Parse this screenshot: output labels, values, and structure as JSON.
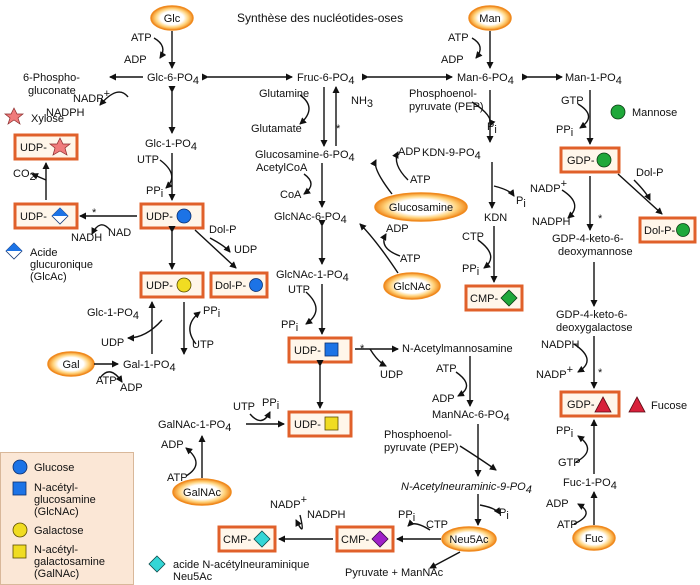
{
  "title": "Synthèse des nucléotides-oses",
  "colors": {
    "sugar_glow": "#f08a1e",
    "box_border": "#e0602a",
    "box_fill": "#fff6ea",
    "glucose": "#1c73e6",
    "glcnac": "#1c73e6",
    "galactose": "#f0dc22",
    "galnac": "#f0dc22",
    "mannose": "#1fa83a",
    "fucose": "#d8203a",
    "xylose": "#f07b7b",
    "glcac": "#1c73e6",
    "neu5ac_cmp": "#a020c8",
    "neu5ac_legend": "#34d6d6",
    "enzyme_star": "#a020c8",
    "legend_bg": "#fbe7d6"
  },
  "sugars": {
    "glc": "Glc",
    "man": "Man",
    "gal": "Gal",
    "glcnac": "GlcNAc",
    "galnac": "GalNAc",
    "fuc": "Fuc",
    "glucosamine": "Glucosamine",
    "neu5ac": "Neu5Ac"
  },
  "nucleotide_sugars": {
    "udp_xyl": "UDP-",
    "udp_glcac": "UDP-",
    "udp_glc": "UDP-",
    "udp_gal": "UDP-",
    "dolp_glc": "Dol-P-",
    "udp_glcnac": "UDP-",
    "udp_galnac": "UDP-",
    "cmp_kdn": "CMP-",
    "gdp_man": "GDP-",
    "dolp_man": "Dol-P-",
    "gdp_fuc": "GDP-",
    "cmp_neu5ac": "CMP-",
    "cmp_neu5ac2": "CMP-"
  },
  "metabolites": {
    "glc6p": "Glc-6-PO",
    "fruc6p": "Fruc-6-PO",
    "man6p": "Man-6-PO",
    "man1p": "Man-1-PO",
    "glc1p": "Glc-1-PO",
    "glc1p_b": "Glc-1-PO",
    "gal1p": "Gal-1-PO",
    "galnac1p": "GalNAc-1-PO",
    "glcn6p": "Glucosamine-6-PO",
    "glcnac6p": "GlcNAc-6-PO",
    "glcnac1p": "GlcNAc-1-PO",
    "kdn9p": "KDN-9-PO",
    "kdn": "KDN",
    "phosphogluconate_1": "6-Phospho-",
    "phosphogluconate_2": "gluconate",
    "pep1_1": "Phosphoenol-",
    "pep1_2": "pyruvate (PEP)",
    "pep2_1": "Phosphoenol-",
    "pep2_2": "pyruvate (PEP)",
    "gdp_keto_deoxymannose_1": "GDP-4-keto-6-",
    "gdp_keto_deoxymannose_2": "deoxymannose",
    "gdp_keto_deoxygalactose_1": "GDP-4-keto-6-",
    "gdp_keto_deoxygalactose_2": "deoxygalactose",
    "fuc1p": "Fuc-1-PO",
    "n_acetylmannosamine": "N-Acetylmannosamine",
    "mannac6p": "ManNAc-6-PO",
    "neu9p": "N-Acetylneuraminic-9-PO",
    "pyruvate_mannac": "Pyruvate + ManNAc",
    "glutamine": "Glutamine",
    "glutamate": "Glutamate",
    "nh3": "NH",
    "acetylcoa": "AcetylCoA",
    "coa": "CoA"
  },
  "cofactors": {
    "atp": "ATP",
    "adp": "ADP",
    "utp": "UTP",
    "udp": "UDP",
    "ctp": "CTP",
    "gtp": "GTP",
    "nadp_plus": "NADP",
    "nadph": "NADPH",
    "nad": "NAD",
    "nadh": "NADH",
    "co2": "CO",
    "pi": "P",
    "ppi": "PP",
    "dolp": "Dol-P",
    "sub_i": "i",
    "sub_4": "4",
    "sub_2": "2",
    "sub_3": "3",
    "sup_plus": "+",
    "star": "*"
  },
  "side_labels": {
    "xylose": "Xylose",
    "mannose": "Mannose",
    "fucose": "Fucose",
    "glcac_1": "Acide",
    "glcac_2": "glucuronique",
    "glcac_3": "(GlcAc)",
    "neu5ac_1": "acide N-acétylneuraminique",
    "neu5ac_2": "Neu5Ac"
  },
  "legend": {
    "glucose": "Glucose",
    "glcnac_1": "N-acétyl-",
    "glcnac_2": "glucosamine",
    "glcnac_3": "(GlcNAc)",
    "galactose": "Galactose",
    "galnac_1": "N-acétyl-",
    "galnac_2": "galactosamine",
    "galnac_3": "(GalNAc)"
  }
}
